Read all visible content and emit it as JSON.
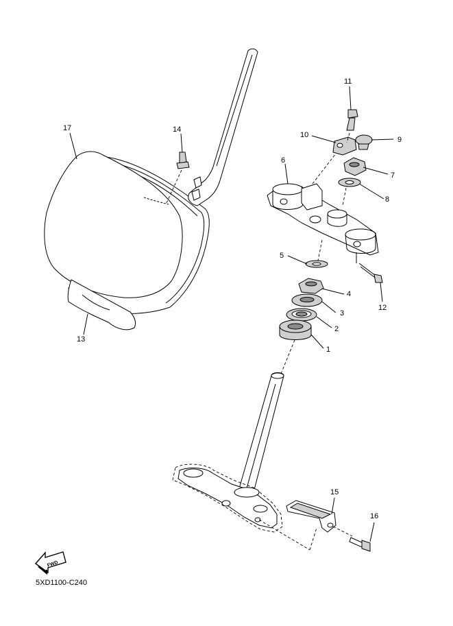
{
  "diagram_code": "5XD1100-C240",
  "fwd_label": "FWD",
  "parts": {
    "p1": "1",
    "p2": "2",
    "p3": "3",
    "p4": "4",
    "p5": "5",
    "p6": "6",
    "p7": "7",
    "p8": "8",
    "p9": "9",
    "p10": "10",
    "p11": "11",
    "p12": "12",
    "p13": "13",
    "p14": "14",
    "p15": "15",
    "p16": "16",
    "p17": "17"
  }
}
